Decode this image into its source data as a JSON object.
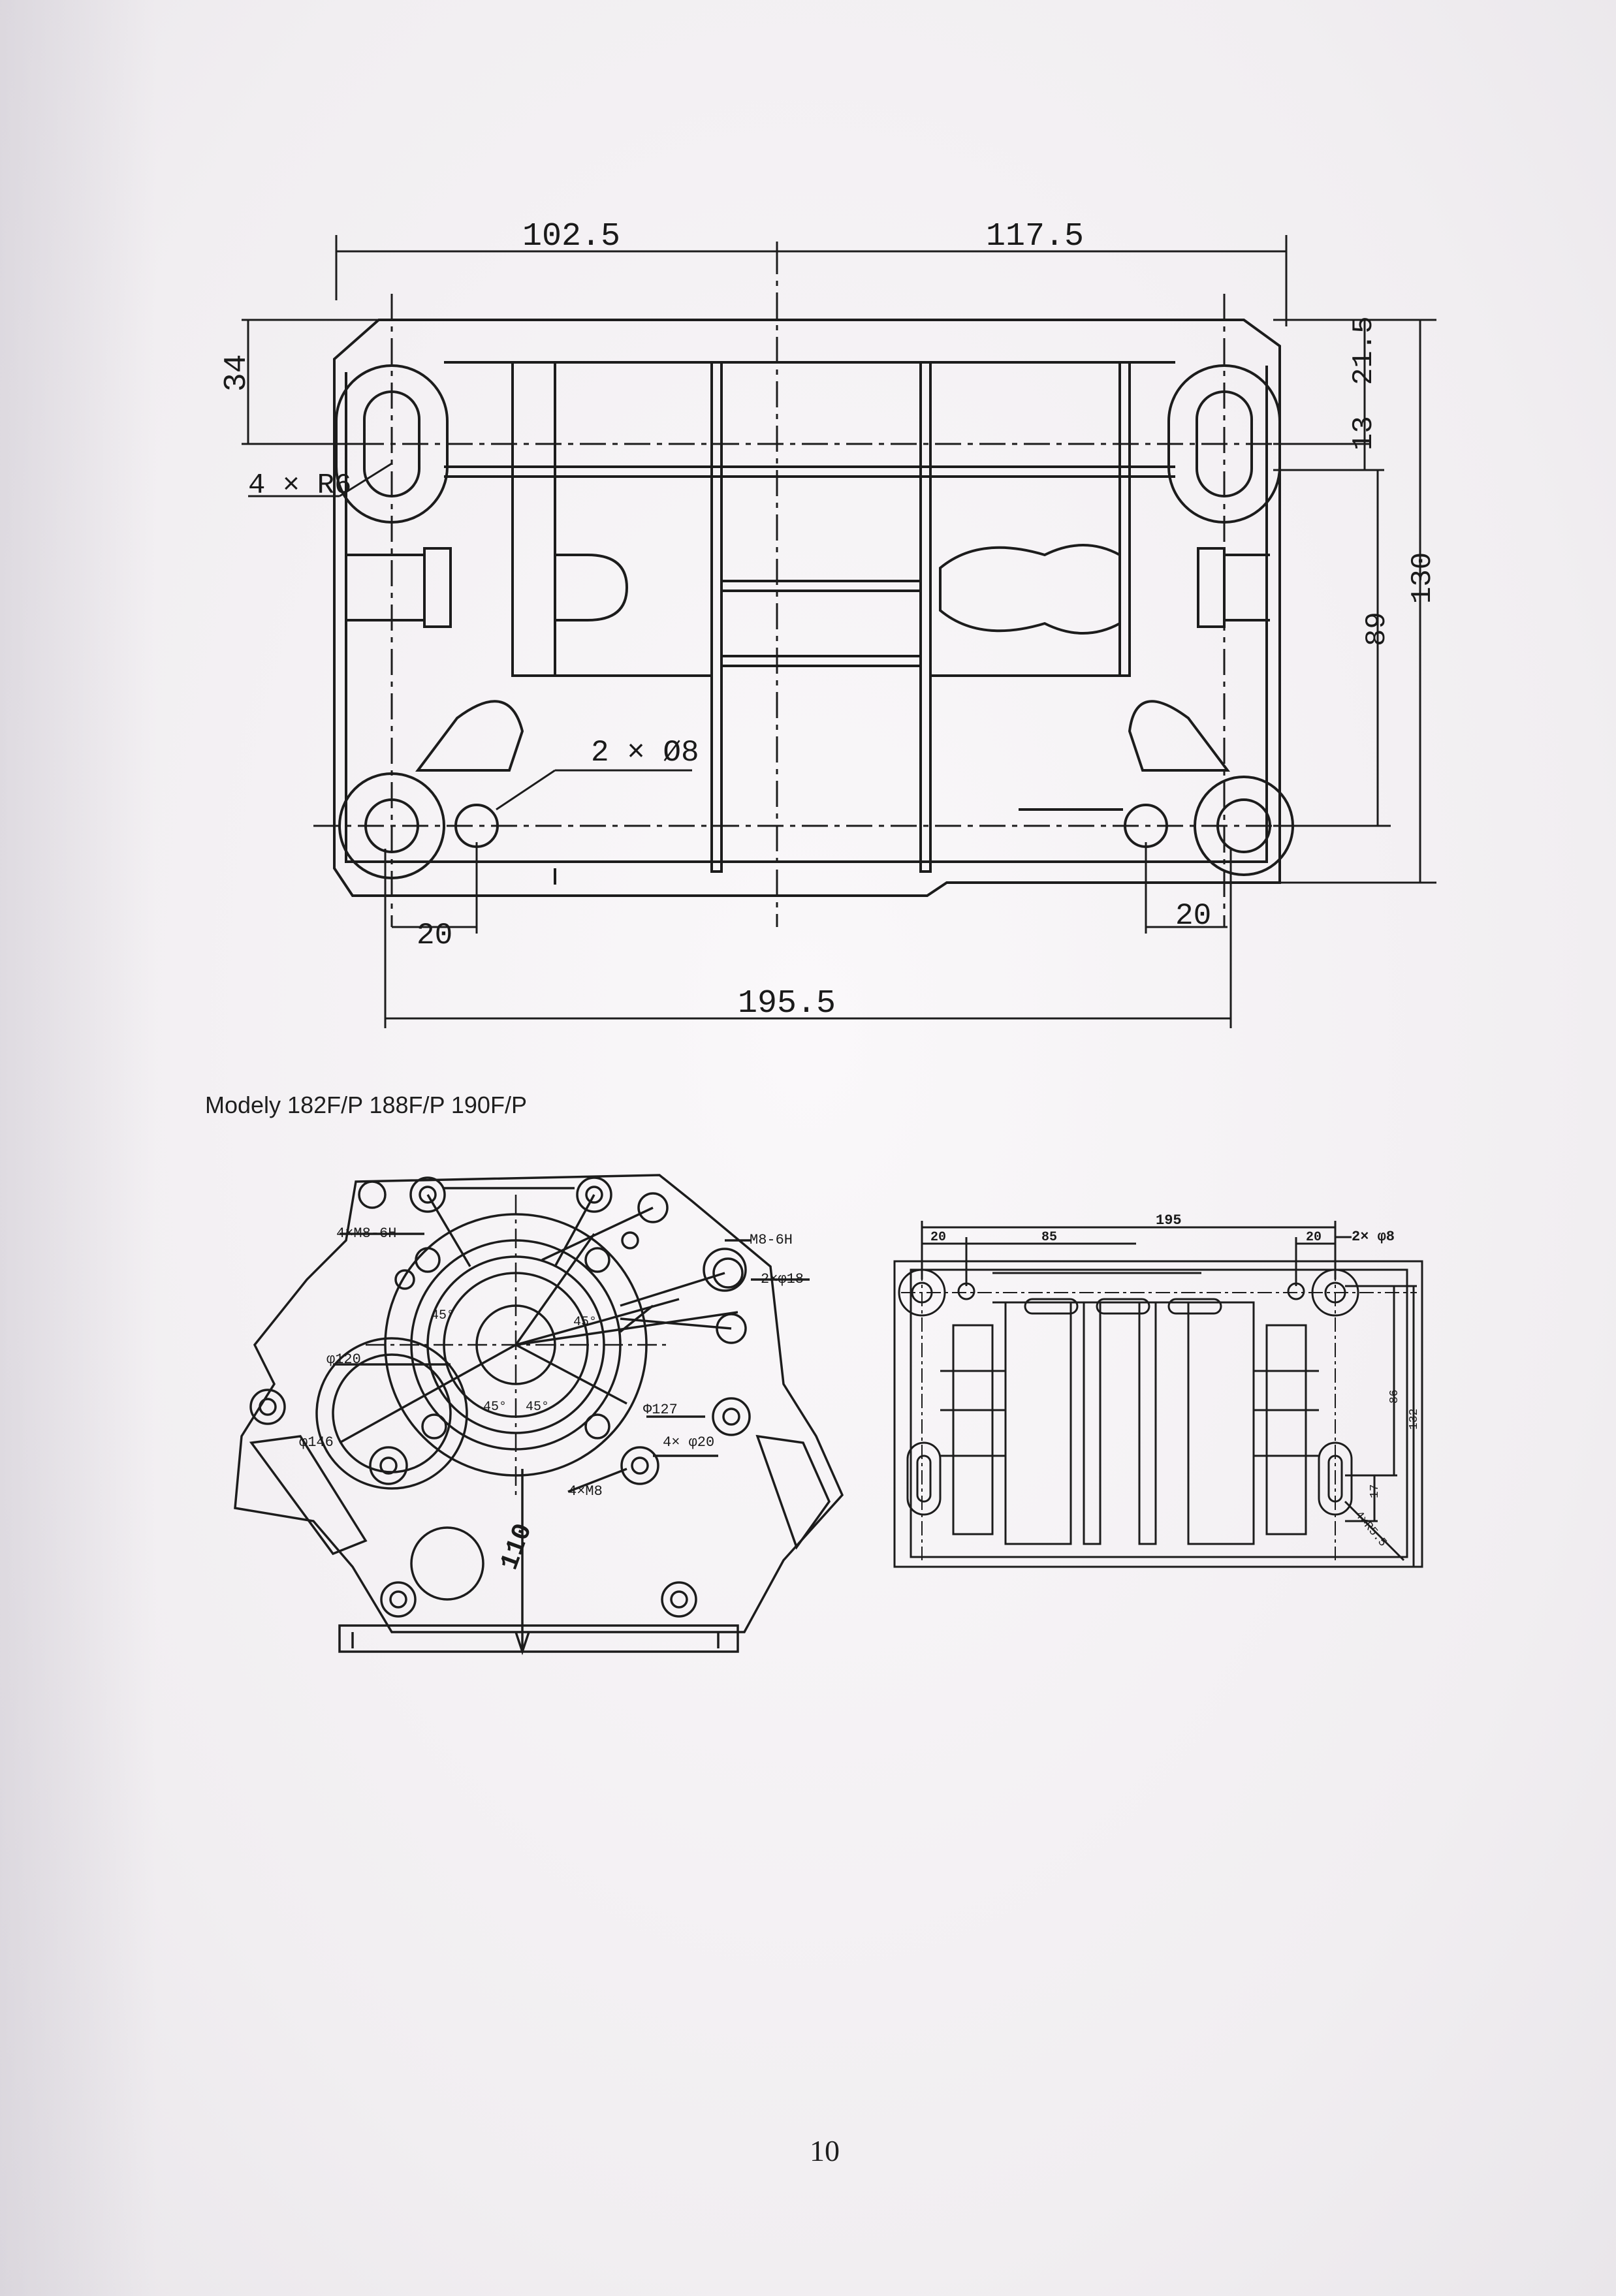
{
  "top_drawing": {
    "dim_top_left": "102.5",
    "dim_top_right": "117.5",
    "dim_left_height": "34",
    "dim_radius": "4 × R6",
    "dim_holes": "2 × Ø8",
    "dim_offset_left": "20",
    "dim_offset_right": "20",
    "dim_base": "195.5",
    "dim_right_a": "21.5",
    "dim_right_b": "13",
    "dim_right_c": "89",
    "dim_right_total": "130"
  },
  "caption": "Modely 182F/P 188F/P 190F/P",
  "bottom_left_drawing": {
    "thread_top": "4×M8-6H",
    "thread_right": "M8-6H",
    "holes_right": "2×φ18",
    "diam_120": "φ120",
    "diam_146": "φ146",
    "diam_127": "Φ127",
    "holes_20": "4× φ20",
    "thread_bottom": "4×M8",
    "angle_1": "45°",
    "angle_2": "45°",
    "angle_3": "45°",
    "angle_4": "45°",
    "height": "110"
  },
  "bottom_right_drawing": {
    "dim_width": "195",
    "dim_left": "20",
    "dim_mid": "85",
    "dim_right": "20",
    "holes": "2× φ8",
    "dim_86": "86",
    "dim_132": "132",
    "dim_17": "17",
    "radius": "4×R5.5"
  },
  "page_number": "10"
}
